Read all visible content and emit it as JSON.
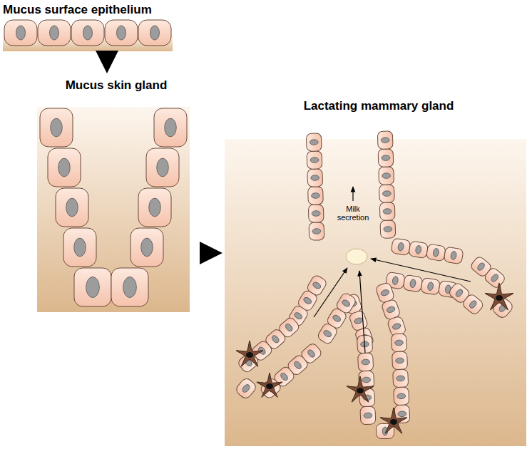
{
  "diagram": {
    "nodes": [
      {
        "text": [
          "Mucus surface epithelium"
        ]
      },
      {
        "text": [
          "Mucus skin gland"
        ]
      },
      {
        "text": [
          "Lactating mammary gland",
          "Milk secretion"
        ]
      }
    ],
    "edges": [
      {
        "from": 0,
        "to": 1,
        "arrow": "to"
      },
      {
        "from": 1,
        "to": 2,
        "arrow": "to"
      }
    ]
  }
}
